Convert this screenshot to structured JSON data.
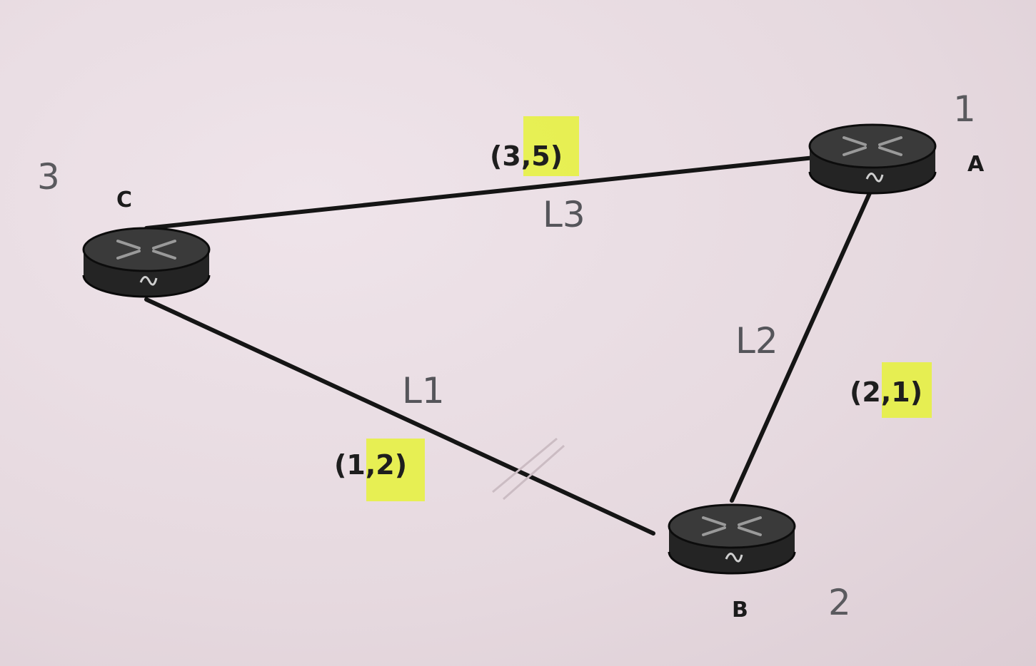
{
  "colors": {
    "paper": "#e9dde3",
    "ink": "#1b1b1b",
    "pencil": "#58585d",
    "highlight": "#e6f23a"
  },
  "routers": [
    {
      "id": "A",
      "label": "A",
      "annotation": "1",
      "icon": "router-icon"
    },
    {
      "id": "B",
      "label": "B",
      "annotation": "2",
      "icon": "router-icon"
    },
    {
      "id": "C",
      "label": "C",
      "annotation": "3",
      "icon": "router-icon"
    }
  ],
  "links": [
    {
      "name": "L1",
      "from": "C",
      "to": "B",
      "cost_open": "(1",
      "cost_sep": ",",
      "cost_close": "2)",
      "highlighted": "2"
    },
    {
      "name": "L2",
      "from": "A",
      "to": "B",
      "cost_open": "(2",
      "cost_sep": ",",
      "cost_close": "1)",
      "highlighted": "1"
    },
    {
      "name": "L3",
      "from": "C",
      "to": "A",
      "cost_open": "(3",
      "cost_sep": ",",
      "cost_close": "5)",
      "highlighted": "5"
    }
  ]
}
